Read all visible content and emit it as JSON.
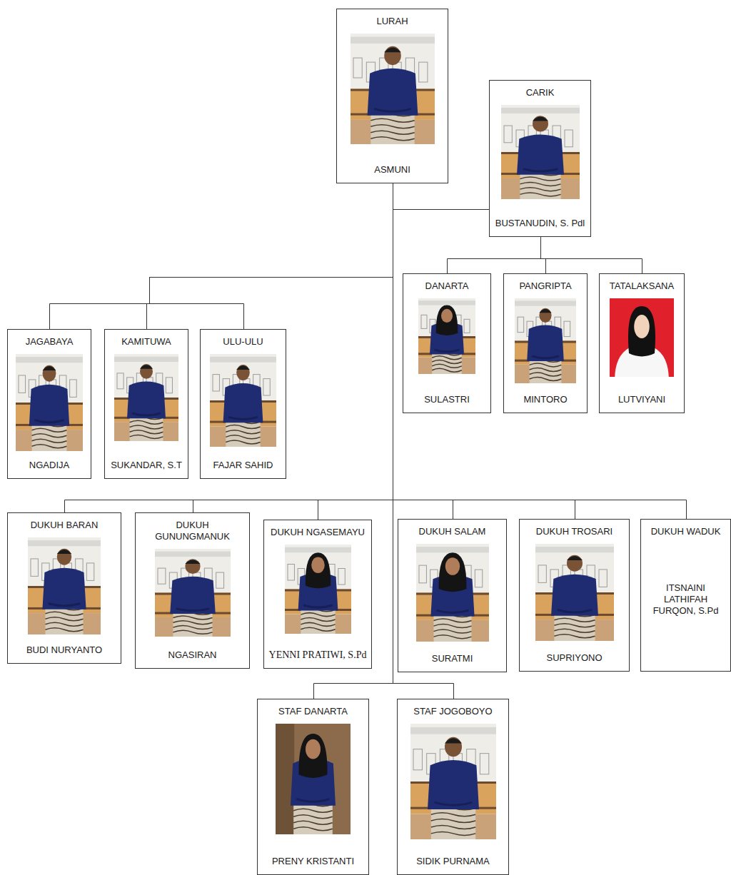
{
  "diagram": {
    "nodes": [
      {
        "text": [
          "LURAH",
          "ASMUNI"
        ]
      },
      {
        "text": [
          "CARIK",
          "BUSTANUDIN, S. Pdl"
        ]
      },
      {
        "text": [
          "JAGABAYA",
          "NGADIJA"
        ]
      },
      {
        "text": [
          "KAMITUWA",
          "SUKANDAR, S.T"
        ]
      },
      {
        "text": [
          "ULU-ULU",
          "FAJAR SAHID"
        ]
      },
      {
        "text": [
          "DANARTA",
          "SULASTRI"
        ]
      },
      {
        "text": [
          "PANGRIPTA",
          "MINTORO"
        ]
      },
      {
        "text": [
          "TATALAKSANA",
          "LUTVIYANI"
        ]
      },
      {
        "text": [
          "DUKUH BARAN",
          "BUDI NURYANTO"
        ]
      },
      {
        "text": [
          "DUKUH GUNUNGMANUK",
          "NGASIRAN"
        ]
      },
      {
        "text": [
          "DUKUH NGASEMAYU",
          "YENNI PRATIWI, S.Pd"
        ]
      },
      {
        "text": [
          "DUKUH SALAM",
          "SURATMI"
        ]
      },
      {
        "text": [
          "DUKUH TROSARI",
          "SUPRIYONO"
        ]
      },
      {
        "text": [
          "DUKUH WADUK",
          "ITSNAINI LATHIFAH FURQON, S.Pd"
        ]
      },
      {
        "text": [
          "STAF DANARTA",
          "PRENY KRISTANTI"
        ]
      },
      {
        "text": [
          "STAF JOGOBOYO",
          "SIDIK PURNAMA"
        ]
      }
    ],
    "edges": [
      {
        "from": 0,
        "to": 1,
        "arrow": "none"
      },
      {
        "from": 0,
        "to": 2,
        "arrow": "none"
      },
      {
        "from": 0,
        "to": 3,
        "arrow": "none"
      },
      {
        "from": 0,
        "to": 4,
        "arrow": "none"
      },
      {
        "from": 1,
        "to": 5,
        "arrow": "none"
      },
      {
        "from": 1,
        "to": 6,
        "arrow": "none"
      },
      {
        "from": 1,
        "to": 7,
        "arrow": "none"
      },
      {
        "from": 0,
        "to": 8,
        "arrow": "none"
      },
      {
        "from": 0,
        "to": 9,
        "arrow": "none"
      },
      {
        "from": 0,
        "to": 10,
        "arrow": "none"
      },
      {
        "from": 0,
        "to": 11,
        "arrow": "none"
      },
      {
        "from": 0,
        "to": 12,
        "arrow": "none"
      },
      {
        "from": 0,
        "to": 13,
        "arrow": "none"
      },
      {
        "from": 0,
        "to": 14,
        "arrow": "none"
      },
      {
        "from": 0,
        "to": 15,
        "arrow": "none"
      }
    ]
  }
}
